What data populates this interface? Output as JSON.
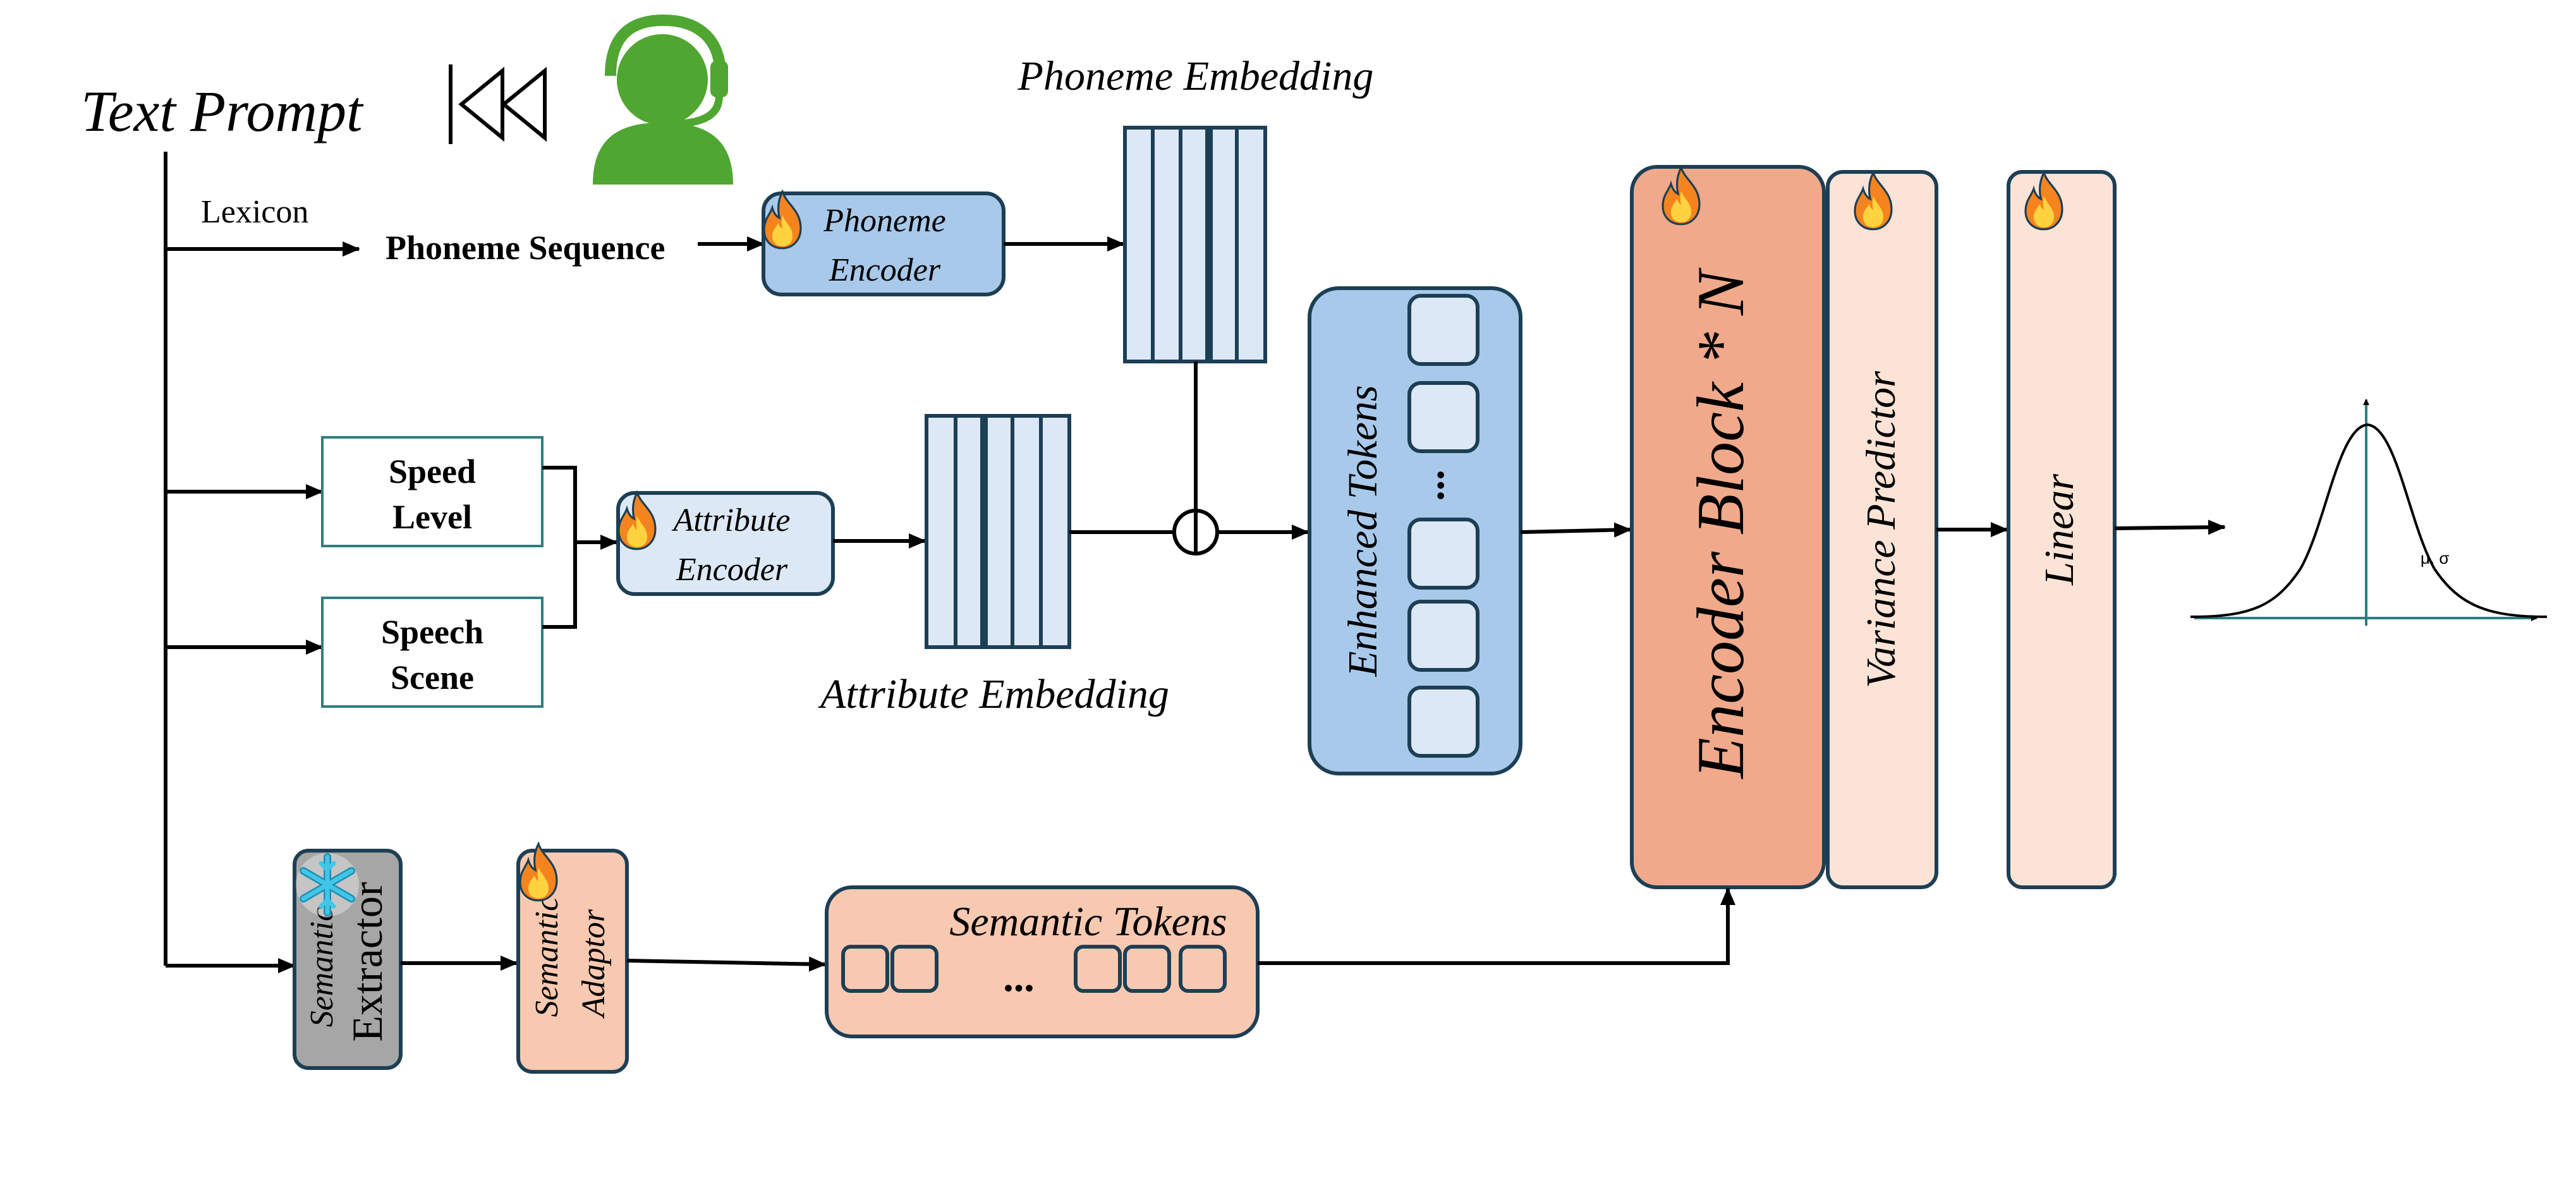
{
  "labels": {
    "text_prompt": "Text Prompt",
    "lexicon": "Lexicon",
    "phoneme_sequence": "Phoneme Sequence",
    "phoneme_encoder_line1": "Phoneme",
    "phoneme_encoder_line2": "Encoder",
    "phoneme_embedding": "Phoneme Embedding",
    "speed_level_line1": "Speed",
    "speed_level_line2": "Level",
    "speech_scene_line1": "Speech",
    "speech_scene_line2": "Scene",
    "attribute_encoder_line1": "Attribute",
    "attribute_encoder_line2": "Encoder",
    "attribute_embedding": "Attribute Embedding",
    "enhanced_tokens": "Enhanced Tokens",
    "ellipsis": "...",
    "encoder_block": "Encoder Block * N",
    "variance_predictor": "Variance Predictor",
    "linear": "Linear",
    "mu_sigma": "μ, σ",
    "semantic_extractor_a": "Semantic",
    "semantic_extractor_b": "Extractor",
    "semantic_adaptor_a": "Semantic",
    "semantic_adaptor_b": "Adaptor",
    "semantic_tokens": "Semantic Tokens"
  },
  "icons": {
    "rewind": "rewind-icon",
    "speaker": "speaker-headset-icon",
    "fire": "fire-icon",
    "snowflake": "snowflake-icon"
  },
  "colors": {
    "light_blue_fill": "#a9c9ea",
    "pale_blue_fill": "#dce8f5",
    "dark_stroke": "#1d3f55",
    "encoder_block_fill": "#f0a98a",
    "pale_peach_fill": "#fbe3d6",
    "semantic_tokens_fill": "#f7c9b1",
    "extractor_gray": "#a6a6a6",
    "speaker_green": "#4fa631",
    "flame_orange": "#f5841f",
    "snow_cyan": "#41c6e8",
    "axis_teal": "#2f7d7f"
  }
}
